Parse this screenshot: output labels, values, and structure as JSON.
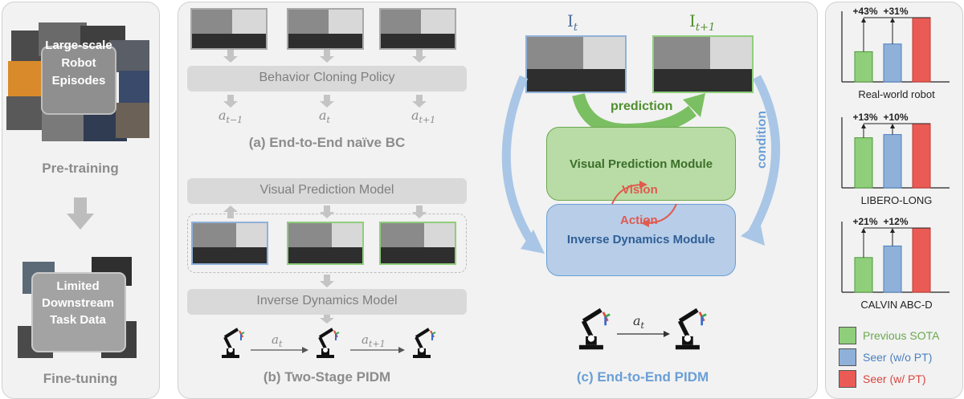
{
  "pretraining": {
    "episodes_label": "Large-scale\nRobot\nEpisodes",
    "pretraining_label": "Pre-training",
    "downstream_label": "Limited\nDownstream\nTask Data",
    "finetuning_label": "Fine-tuning"
  },
  "bc": {
    "policy_label": "Behavior Cloning Policy",
    "actions": [
      "a",
      "a",
      "a"
    ],
    "action_subs": [
      "t−1",
      "t",
      "t+1"
    ],
    "caption": "(a) End-to-End naïve BC"
  },
  "pidm2": {
    "vpm_label": "Visual Prediction Model",
    "idm_label": "Inverse Dynamics Model",
    "act1": "a",
    "act1_sub": "t",
    "act2": "a",
    "act2_sub": "t+1",
    "caption": "(b) Two-Stage PIDM"
  },
  "pidm": {
    "frame_a": "I",
    "frame_a_sub": "t",
    "frame_b": "I",
    "frame_b_sub": "t+1",
    "prediction": "prediction",
    "condition": "condition",
    "vpm": "Visual Prediction Module",
    "vision": "Vision",
    "action": "Action",
    "idm": "Inverse Dynamics Module",
    "act": "a",
    "act_sub": "t",
    "caption": "(c) End-to-End PIDM"
  },
  "colors": {
    "previous": "#8fce7b",
    "seer_wo": "#8fb1d9",
    "seer_w": "#ea5b55",
    "blue_caption": "#6a9fd6",
    "green_text": "#4f8f2f"
  },
  "chart_data": [
    {
      "type": "bar",
      "title": "Real-world robot",
      "categories": [
        "Previous SOTA",
        "Seer (w/o PT)",
        "Seer (w/ PT)"
      ],
      "values": [
        0.47,
        0.59,
        1.0
      ],
      "annotations": [
        "+43%",
        "+31%"
      ],
      "ylim": [
        0,
        1.1
      ]
    },
    {
      "type": "bar",
      "title": "LIBERO-LONG",
      "categories": [
        "Previous SOTA",
        "Seer (w/o PT)",
        "Seer (w/ PT)"
      ],
      "values": [
        0.78,
        0.83,
        1.0
      ],
      "annotations": [
        "+13%",
        "+10%"
      ],
      "ylim": [
        0,
        1.1
      ]
    },
    {
      "type": "bar",
      "title": "CALVIN ABC-D",
      "categories": [
        "Previous SOTA",
        "Seer (w/o PT)",
        "Seer (w/ PT)"
      ],
      "values": [
        0.54,
        0.72,
        1.0
      ],
      "annotations": [
        "+21%",
        "+12%"
      ],
      "ylim": [
        0,
        1.1
      ]
    }
  ],
  "legend": [
    "Previous SOTA",
    "Seer (w/o PT)",
    "Seer (w/ PT)"
  ]
}
